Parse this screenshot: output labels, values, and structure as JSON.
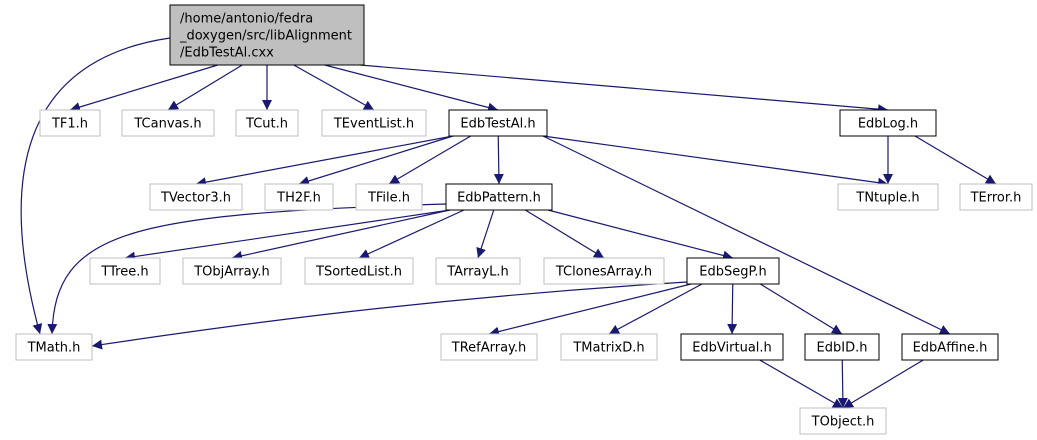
{
  "graph": {
    "colors": {
      "edge": "#191970",
      "border_documented": "#000000",
      "border_external": "#bfbfbf",
      "root_fill": "#bfbfbf",
      "fill": "#ffffff",
      "text": "#000000"
    },
    "nodes": [
      {
        "id": "root",
        "lines": [
          "/home/antonio/fedra",
          "_doxygen/src/libAlignment",
          "/EdbTestAl.cxx"
        ],
        "kind": "root"
      },
      {
        "id": "tf1",
        "lines": [
          "TF1.h"
        ],
        "kind": "external"
      },
      {
        "id": "tcanvas",
        "lines": [
          "TCanvas.h"
        ],
        "kind": "external"
      },
      {
        "id": "tcut",
        "lines": [
          "TCut.h"
        ],
        "kind": "external"
      },
      {
        "id": "teventlist",
        "lines": [
          "TEventList.h"
        ],
        "kind": "external"
      },
      {
        "id": "edbtestal",
        "lines": [
          "EdbTestAl.h"
        ],
        "kind": "documented"
      },
      {
        "id": "edblog",
        "lines": [
          "EdbLog.h"
        ],
        "kind": "documented"
      },
      {
        "id": "tvector3",
        "lines": [
          "TVector3.h"
        ],
        "kind": "external"
      },
      {
        "id": "th2f",
        "lines": [
          "TH2F.h"
        ],
        "kind": "external"
      },
      {
        "id": "tfile",
        "lines": [
          "TFile.h"
        ],
        "kind": "external"
      },
      {
        "id": "edbpattern",
        "lines": [
          "EdbPattern.h"
        ],
        "kind": "documented"
      },
      {
        "id": "tntuple",
        "lines": [
          "TNtuple.h"
        ],
        "kind": "external"
      },
      {
        "id": "terror",
        "lines": [
          "TError.h"
        ],
        "kind": "external"
      },
      {
        "id": "ttree",
        "lines": [
          "TTree.h"
        ],
        "kind": "external"
      },
      {
        "id": "tobjarray",
        "lines": [
          "TObjArray.h"
        ],
        "kind": "external"
      },
      {
        "id": "tsortedlist",
        "lines": [
          "TSortedList.h"
        ],
        "kind": "external"
      },
      {
        "id": "tarrayl",
        "lines": [
          "TArrayL.h"
        ],
        "kind": "external"
      },
      {
        "id": "tclonesarray",
        "lines": [
          "TClonesArray.h"
        ],
        "kind": "external"
      },
      {
        "id": "edbsegp",
        "lines": [
          "EdbSegP.h"
        ],
        "kind": "documented"
      },
      {
        "id": "tmath",
        "lines": [
          "TMath.h"
        ],
        "kind": "external"
      },
      {
        "id": "trefarray",
        "lines": [
          "TRefArray.h"
        ],
        "kind": "external"
      },
      {
        "id": "tmatrixd",
        "lines": [
          "TMatrixD.h"
        ],
        "kind": "external"
      },
      {
        "id": "edbvirtual",
        "lines": [
          "EdbVirtual.h"
        ],
        "kind": "documented"
      },
      {
        "id": "edbid",
        "lines": [
          "EdbID.h"
        ],
        "kind": "documented"
      },
      {
        "id": "edbaffine",
        "lines": [
          "EdbAffine.h"
        ],
        "kind": "documented"
      },
      {
        "id": "tobject",
        "lines": [
          "TObject.h"
        ],
        "kind": "external"
      }
    ],
    "edges": [
      {
        "from": "root",
        "to": "tmath"
      },
      {
        "from": "root",
        "to": "tf1"
      },
      {
        "from": "root",
        "to": "tcanvas"
      },
      {
        "from": "root",
        "to": "tcut"
      },
      {
        "from": "root",
        "to": "teventlist"
      },
      {
        "from": "root",
        "to": "edbtestal"
      },
      {
        "from": "root",
        "to": "edblog"
      },
      {
        "from": "edbtestal",
        "to": "tvector3"
      },
      {
        "from": "edbtestal",
        "to": "th2f"
      },
      {
        "from": "edbtestal",
        "to": "tfile"
      },
      {
        "from": "edbtestal",
        "to": "edbpattern"
      },
      {
        "from": "edbtestal",
        "to": "tntuple"
      },
      {
        "from": "edbtestal",
        "to": "edbaffine"
      },
      {
        "from": "edblog",
        "to": "tntuple"
      },
      {
        "from": "edblog",
        "to": "terror"
      },
      {
        "from": "edbpattern",
        "to": "tmath"
      },
      {
        "from": "edbpattern",
        "to": "ttree"
      },
      {
        "from": "edbpattern",
        "to": "tobjarray"
      },
      {
        "from": "edbpattern",
        "to": "tsortedlist"
      },
      {
        "from": "edbpattern",
        "to": "tarrayl"
      },
      {
        "from": "edbpattern",
        "to": "tclonesarray"
      },
      {
        "from": "edbpattern",
        "to": "edbsegp"
      },
      {
        "from": "edbsegp",
        "to": "tmath"
      },
      {
        "from": "edbsegp",
        "to": "trefarray"
      },
      {
        "from": "edbsegp",
        "to": "tmatrixd"
      },
      {
        "from": "edbsegp",
        "to": "edbvirtual"
      },
      {
        "from": "edbsegp",
        "to": "edbid"
      },
      {
        "from": "edbvirtual",
        "to": "tobject"
      },
      {
        "from": "edbid",
        "to": "tobject"
      },
      {
        "from": "edbaffine",
        "to": "tobject"
      }
    ]
  }
}
